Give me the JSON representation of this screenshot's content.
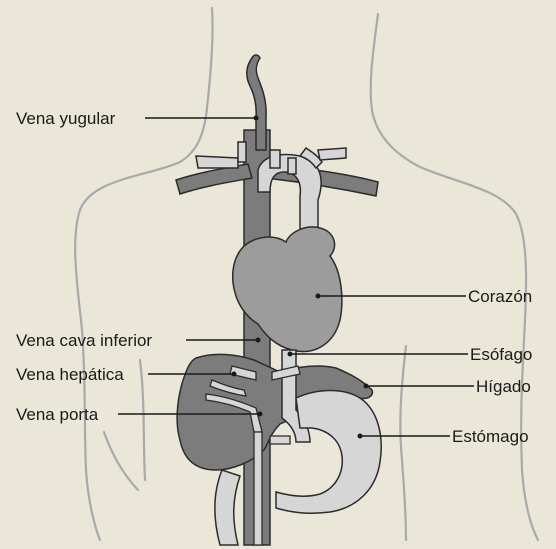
{
  "labels": {
    "vena_yugular": "Vena yugular",
    "corazon": "Corazón",
    "vena_cava_inferior": "Vena cava inferior",
    "esofago": "Esófago",
    "vena_hepatica": "Vena hepática",
    "higado": "Hígado",
    "vena_porta": "Vena porta",
    "estomago": "Estómago"
  },
  "colors": {
    "background": "#eae6d8",
    "body_outline": "#a9a9a9",
    "dark_organ": "#7c7c7c",
    "mid_organ": "#9c9c9c",
    "light_organ": "#d6d6d6",
    "outline": "#2b2b2b"
  }
}
